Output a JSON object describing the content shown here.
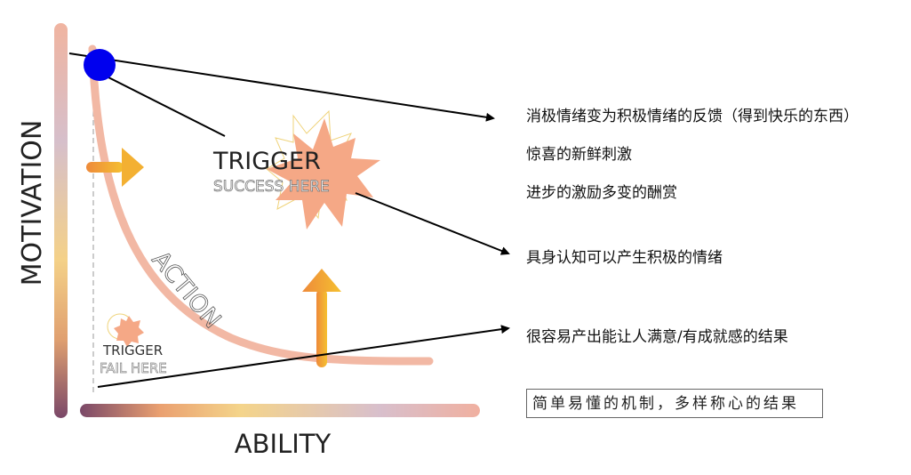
{
  "axes": {
    "y_label": "MOTIVATION",
    "x_label": "ABILITY"
  },
  "curve_label": "ACTION",
  "trigger_success": {
    "title": "TRIGGER",
    "subtitle": "SUCCESS HERE"
  },
  "trigger_fail": {
    "title": "TRIGGER",
    "subtitle": "FAIL HERE"
  },
  "notes": [
    "消极情绪变为积极情绪的反馈（得到快乐的东西）",
    "惊喜的新鲜刺激",
    "进步的激励多变的酬赏",
    "具身认知可以产生积极的情绪",
    "很容易产出能让人满意/有成就感的结果"
  ],
  "boxed_note": "简单易懂的机制，多样称心的结果",
  "colors": {
    "dot": "#0000ee",
    "burst": "#f5a886",
    "curve": "#f2b8a4",
    "arrow_start": "#ee8a3a",
    "arrow_end": "#f5c030"
  }
}
